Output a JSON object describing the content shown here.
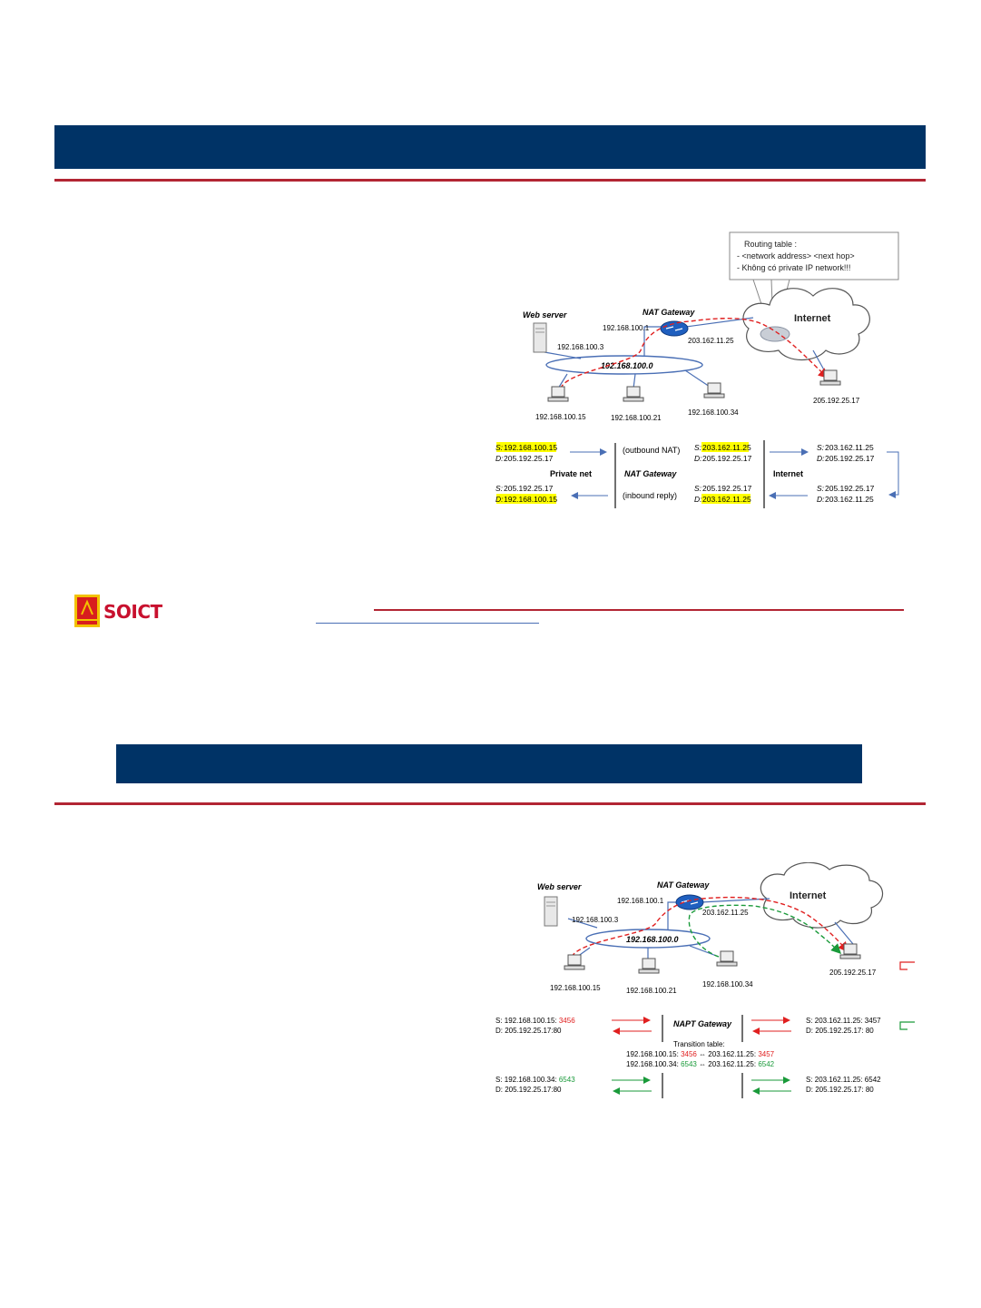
{
  "colors": {
    "title_bar": "#003366",
    "rule": "#b22533",
    "highlight": "#ffff00",
    "red_port": "#e02020",
    "green_port": "#1a9a3a",
    "link_blue": "#4a6fb5"
  },
  "slide1": {
    "callout": {
      "line1": "Routing table :",
      "line2": "- <network address>    <next hop>",
      "line3": "- Không có private IP network!!!"
    },
    "labels": {
      "internet": "Internet",
      "web_server": "Web server",
      "nat_gateway": "NAT Gateway",
      "gw_inside": "192.168.100.1",
      "gw_outside": "203.162.11.25",
      "server_ip": "192.168.100.3",
      "subnet": "192.168.100.0",
      "host1": "192.168.100.15",
      "host2": "192.168.100.21",
      "host3": "192.168.100.34",
      "remote": "205.192.25.17"
    },
    "table": {
      "s_label": "S:",
      "d_label": "D:",
      "out_left_s": "192.168.100.15",
      "out_left_d": "205.192.25.17",
      "outbound": "(outbound NAT)",
      "out_mid_s": "203.162.11.25",
      "out_mid_d": "205.192.25.17",
      "out_right_s": "203.162.11.25",
      "out_right_d": "205.192.25.17",
      "private_net": "Private net",
      "nat_gateway": "NAT Gateway",
      "internet": "Internet",
      "in_left_s": "205.192.25.17",
      "in_left_d": "192.168.100.15",
      "inbound": "(inbound reply)",
      "in_mid_s": "205.192.25.17",
      "in_mid_d": "203.162.11.25",
      "in_right_s": "205.192.25.17",
      "in_right_d": "203.162.11.25"
    }
  },
  "footer": {
    "logo": "SOICT"
  },
  "slide2": {
    "labels": {
      "internet": "Internet",
      "web_server": "Web server",
      "nat_gateway": "NAT Gateway",
      "gw_inside": "192.168.100.1",
      "gw_outside": "203.162.11.25",
      "server_ip": "192.168.100.3",
      "subnet": "192.168.100.0",
      "host1": "192.168.100.15",
      "host2": "192.168.100.21",
      "host3": "192.168.100.34",
      "remote": "205.192.25.17"
    },
    "table": {
      "r1_s": "S: 192.168.100.15: ",
      "r1_s_port": "3456",
      "r1_d": "D: 205.192.25.17:80",
      "napt": "NAPT Gateway",
      "r1_right_s": "S: 203.162.11.25: 3457",
      "r1_right_d": "D: 205.192.25.17: 80",
      "transition_title": "Transition table:",
      "t1_a": "192.168.100.15: ",
      "t1_a_port": "3456",
      "t1_b": " ⇔ 203.162.11.25: ",
      "t1_b_port": "3457",
      "t2_a": "192.168.100.34: ",
      "t2_a_port": "6543",
      "t2_b": " ⇔ 203.162.11.25: ",
      "t2_b_port": "6542",
      "r2_s": "S: 192.168.100.34: ",
      "r2_s_port": "6543",
      "r2_d": "D: 205.192.25.17:80",
      "r2_right_s": "S: 203.162.11.25: 6542",
      "r2_right_d": "D: 205.192.25.17: 80"
    }
  }
}
